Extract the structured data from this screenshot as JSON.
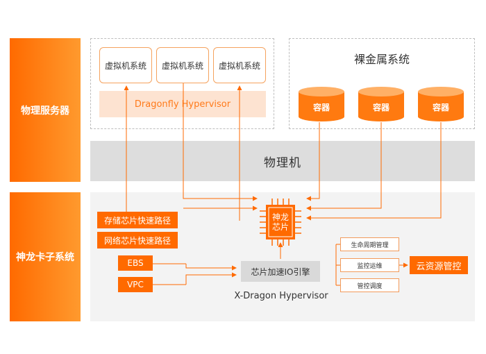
{
  "sections": {
    "physical_server": "物理服务器",
    "shenlong_card": "神龙卡子系统"
  },
  "vms": [
    "虚拟机系统",
    "虚拟机系统",
    "虚拟机系统"
  ],
  "dragonfly_hypervisor": "Dragonfly Hypervisor",
  "bare_metal": {
    "title": "裸金属系统",
    "containers": [
      "容器",
      "容器",
      "容器"
    ]
  },
  "physical_machine": "物理机",
  "chip": "神龙\n芯片",
  "fast_paths": [
    "存储芯片快速路径",
    "网络芯片快速路径"
  ],
  "io_sources": [
    "EBS",
    "VPC"
  ],
  "io_engine": "芯片加速IO引擎",
  "xdragon_hypervisor": "X-Dragon Hypervisor",
  "management": [
    "生命周期管理",
    "监控运维",
    "管控调度"
  ],
  "cloud_control": "云资源管控",
  "colors": {
    "accent": "#ff6a00",
    "light_accent": "#fde3d1",
    "gray": "#dddddd",
    "panel": "#f3f3f3"
  }
}
